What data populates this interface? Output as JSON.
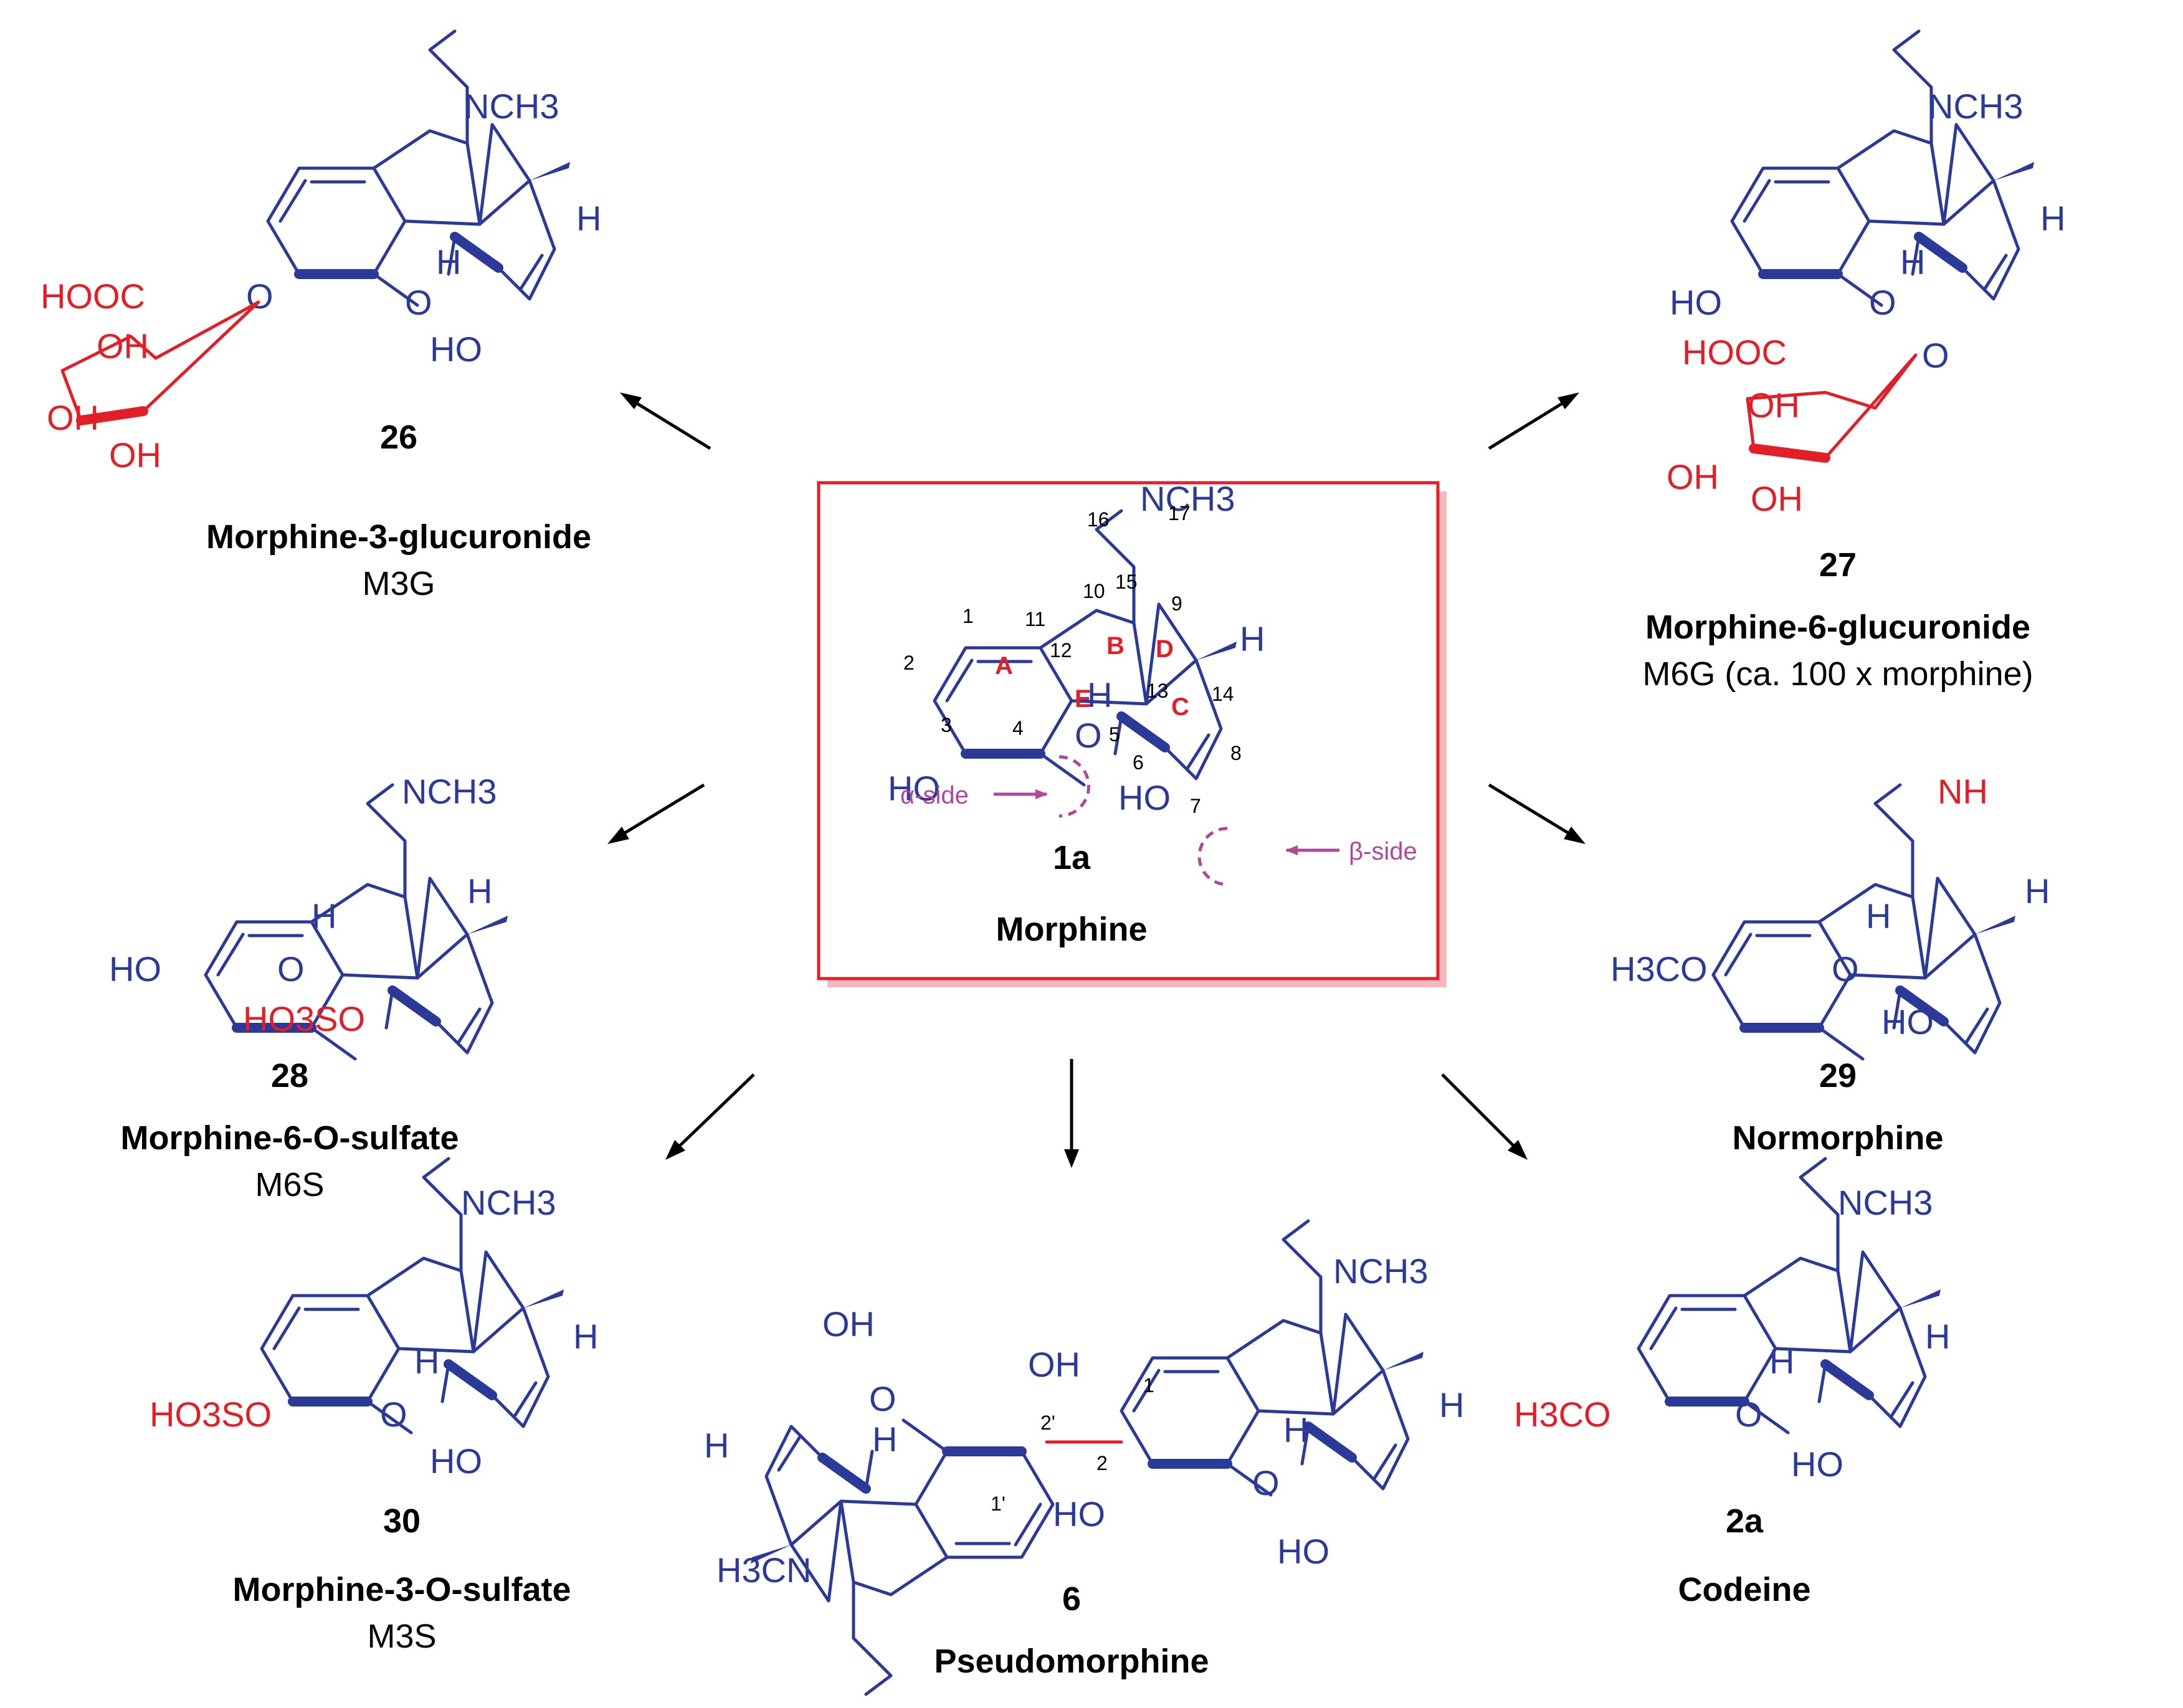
{
  "center": {
    "id": "1a",
    "name": "Morphine",
    "alpha_side": "α-side",
    "beta_side": "β-side",
    "rings": [
      "A",
      "B",
      "C",
      "D",
      "E"
    ],
    "atom_numbers": [
      "1",
      "2",
      "3",
      "4",
      "5",
      "6",
      "7",
      "8",
      "9",
      "10",
      "11",
      "12",
      "13",
      "14",
      "15",
      "16",
      "17"
    ],
    "labels": {
      "nme": "NCH3",
      "ho3": "HO",
      "ho6": "HO",
      "o": "O",
      "h5": "H",
      "h14": "H"
    }
  },
  "compounds": [
    {
      "id": "26",
      "name": "Morphine-3-glucuronide",
      "abbr": "M3G"
    },
    {
      "id": "27",
      "name": "Morphine-6-glucuronide",
      "abbr": "M6G (ca. 100 x morphine)"
    },
    {
      "id": "28",
      "name": "Morphine-6-O-sulfate",
      "abbr": "M6S"
    },
    {
      "id": "29",
      "name": "Normorphine",
      "abbr": ""
    },
    {
      "id": "30",
      "name": "Morphine-3-O-sulfate",
      "abbr": "M3S"
    },
    {
      "id": "6",
      "name": "Pseudomorphine",
      "abbr": ""
    },
    {
      "id": "2a",
      "name": "Codeine",
      "abbr": ""
    }
  ],
  "substituents": {
    "hooc": "HOOC",
    "oh": "OH",
    "ho": "HO",
    "o": "O",
    "h": "H",
    "nch3": "NCH3",
    "h3cn": "H3CN",
    "nh": "NH",
    "h3co": "H3CO",
    "ho3so": "HO3SO"
  },
  "pseudo_numbers": [
    "2'",
    "2",
    "1",
    "1'"
  ],
  "colors": {
    "structure": "#2b3a98",
    "modification": "#e41e26",
    "annotation": "#b2469a",
    "box": "#e41e26",
    "box_shadow": "#f3b9bb"
  }
}
